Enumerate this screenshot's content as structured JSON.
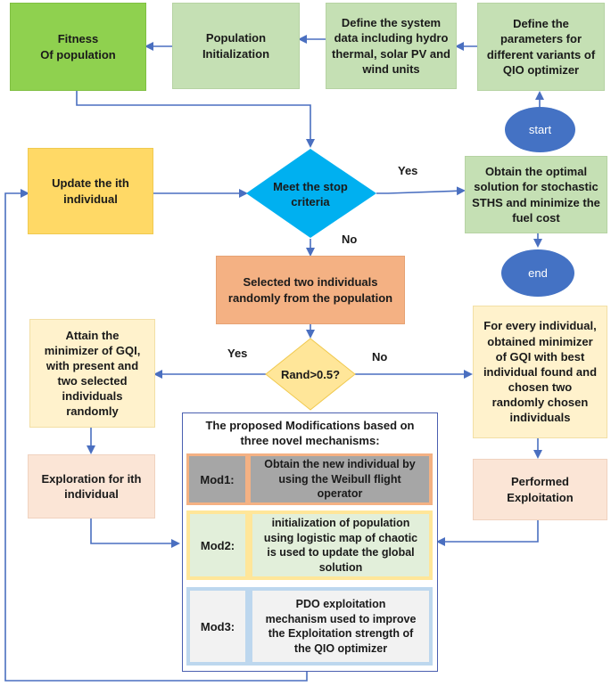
{
  "nodes": {
    "fitness": "Fitness\nOf population",
    "pop_init": "Population\nInitialization",
    "define_system": "Define the system\ndata including hydro\nthermal, solar PV and\nwind units",
    "define_params": "Define the\nparameters for\ndifferent variants of\nQIO optimizer",
    "start": "start",
    "update": "Update the ith\nindividual",
    "stop": "Meet the stop\ncriteria",
    "optimal": "Obtain the optimal\nsolution for stochastic\nSTHS and minimize the\nfuel cost",
    "end": "end",
    "select_two": "Selected two individuals\nrandomly from the population",
    "rand": "Rand>0.5?",
    "attain": "Attain the\nminimizer of GQI,\nwith present and\ntwo selected\nindividuals\nrandomly",
    "every": "For every individual,\nobtained minimizer\nof GQI with best\nindividual found and\nchosen two\nrandomly chosen\nindividuals",
    "exploration": "Exploration for ith\nindividual",
    "exploitation": "Performed\nExploitation"
  },
  "edge_labels": {
    "yes_top": "Yes",
    "no_stop": "No",
    "yes_rand": "Yes",
    "no_rand": "No"
  },
  "panel": {
    "title": "The proposed Modifications based on\nthree novel mechanisms:",
    "mods": [
      {
        "label": "Mod1:",
        "text": "Obtain the new individual by\nusing the Weibull flight\noperator"
      },
      {
        "label": "Mod2:",
        "text": "initialization of population\nusing logistic map of chaotic\nis used to update the global\nsolution"
      },
      {
        "label": "Mod3:",
        "text": "PDO exploitation\nmechanism used to improve\nthe Exploitation strength of\nthe QIO optimizer"
      }
    ]
  },
  "colors": {
    "arrow": "#4a6fc0",
    "diamond": "#00b0f0",
    "rand_diamond": "#ffe699",
    "oval": "#4472c4",
    "panel_border": "#4a5fb0"
  }
}
